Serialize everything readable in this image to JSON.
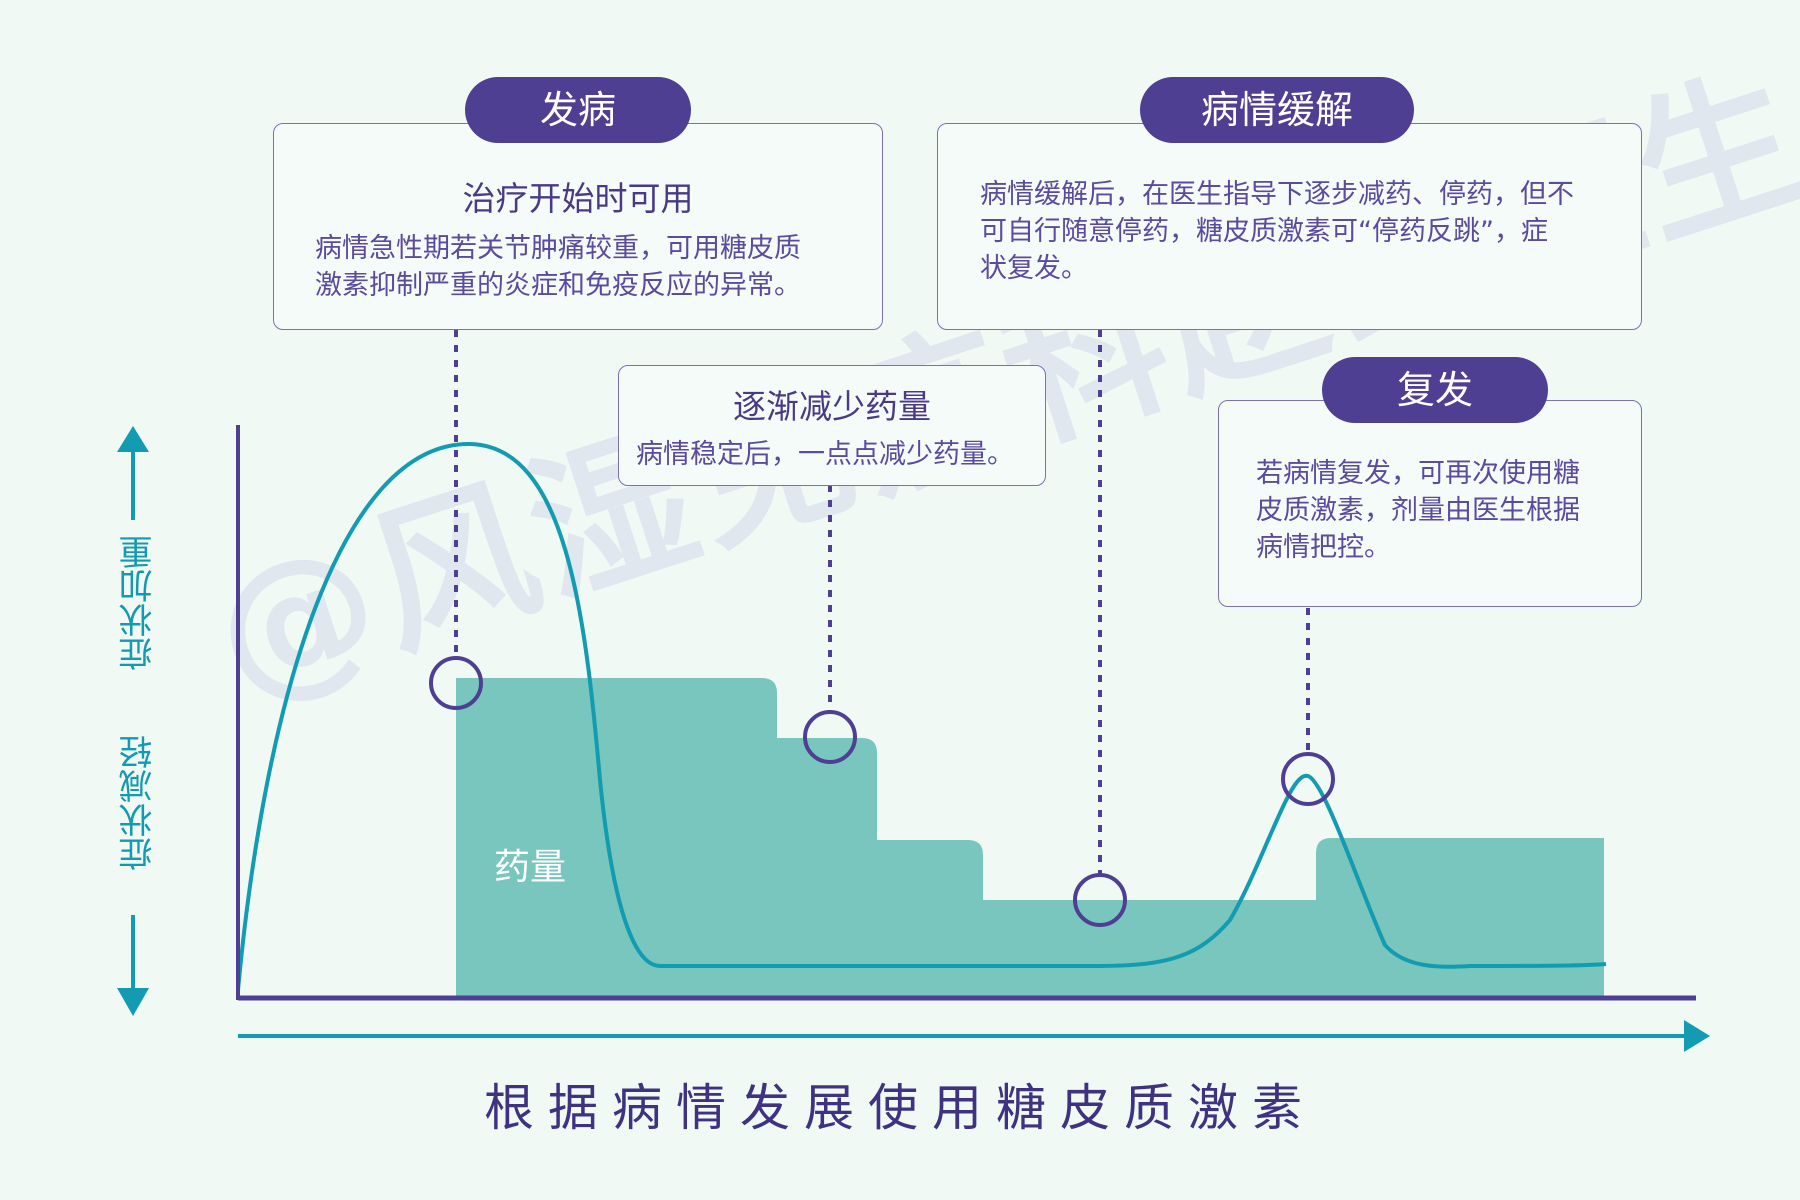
{
  "phases": {
    "onset": {
      "tag": "发病",
      "title": "治疗开始时可用",
      "text_lines": [
        "病情急性期若关节肿痛较重，可用糖皮质",
        "激素抑制严重的炎症和免疫反应的异常。"
      ]
    },
    "taper": {
      "title": "逐渐减少药量",
      "text": "病情稳定后，一点点减少药量。"
    },
    "remission": {
      "tag": "病情缓解",
      "text_lines": [
        "病情缓解后，在医生指导下逐步减药、停药，但不",
        "可自行随意停药，糖皮质激素可“停药反跳”，症",
        "状复发。"
      ]
    },
    "relapse": {
      "tag": "复发",
      "text_lines": [
        "若病情复发，可再次使用糖",
        "皮质激素，剂量由医生根据",
        "病情把控。"
      ]
    }
  },
  "axis": {
    "y_up_label": "症状加重",
    "y_down_label": "症状减轻",
    "x_label": "根据病情发展使用糖皮质激素"
  },
  "dose_area_label": "药量",
  "watermark": "@风湿免疫科赵剑医生",
  "colors": {
    "purple": "#4e3f92",
    "teal_curve": "#139cb1",
    "dose_fill": "#78c6bd",
    "background": "#f1f9f5"
  }
}
